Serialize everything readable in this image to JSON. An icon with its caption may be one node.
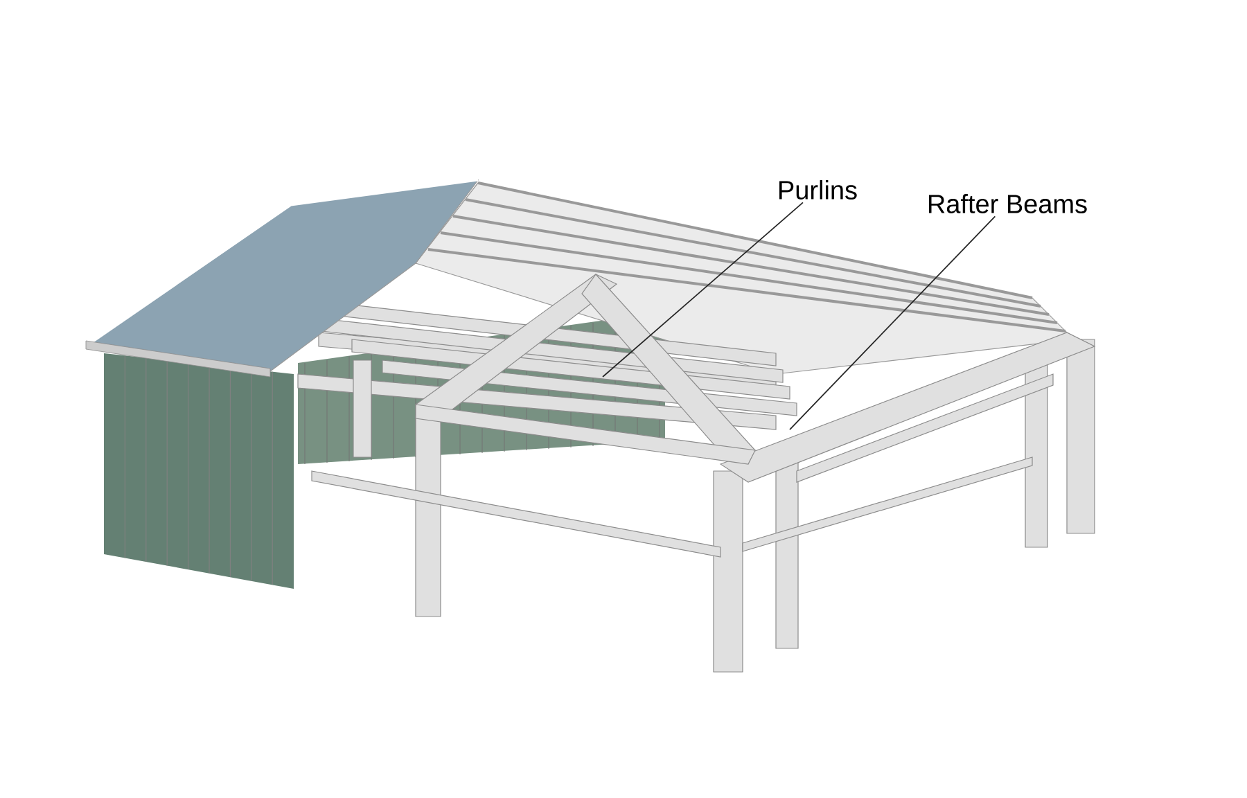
{
  "diagram": {
    "nodes": [
      {
        "text": [
          "Purlins"
        ]
      },
      {
        "text": [
          "Rafter Beams"
        ]
      }
    ],
    "edges": [
      {
        "from": 0,
        "to": null,
        "arrow": "none"
      },
      {
        "from": 1,
        "to": null,
        "arrow": "none"
      }
    ]
  }
}
